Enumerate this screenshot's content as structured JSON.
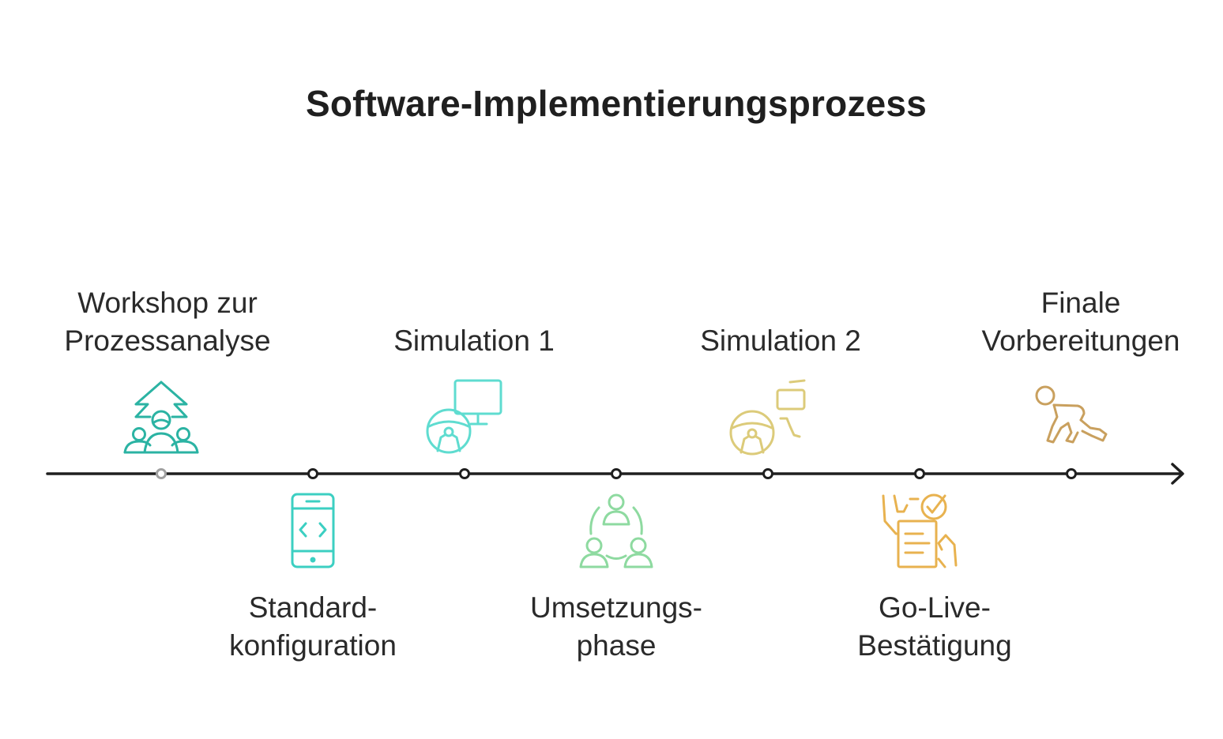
{
  "title": "Software-Implementierungsprozess",
  "steps": [
    {
      "lines": [
        "Workshop zur",
        "Prozessanalyse"
      ],
      "icon": "team-growth-icon",
      "color": "#2bb3a3",
      "position": "above"
    },
    {
      "lines": [
        "Standard-",
        "konfiguration"
      ],
      "icon": "smartphone-code-icon",
      "color": "#3ccfc2",
      "position": "below"
    },
    {
      "lines": [
        "Simulation 1"
      ],
      "icon": "steering-wheel-monitor-icon",
      "color": "#5fdcd0",
      "position": "above"
    },
    {
      "lines": [
        "Umsetzungs-",
        "phase"
      ],
      "icon": "team-cycle-icon",
      "color": "#8edaa0",
      "position": "below"
    },
    {
      "lines": [
        "Simulation 2"
      ],
      "icon": "steering-wheel-mirror-icon",
      "color": "#dccb7a",
      "position": "above"
    },
    {
      "lines": [
        "Go-Live-",
        "Bestätigung"
      ],
      "icon": "checklist-approval-icon",
      "color": "#e8b24f",
      "position": "below"
    },
    {
      "lines": [
        "Finale",
        "Vorbereitungen"
      ],
      "icon": "runner-start-icon",
      "color": "#c9a05e",
      "position": "above"
    }
  ],
  "colors": {
    "axis": "#1f1f1f",
    "first_marker": "#a0a0a0",
    "marker": "#1f1f1f"
  }
}
